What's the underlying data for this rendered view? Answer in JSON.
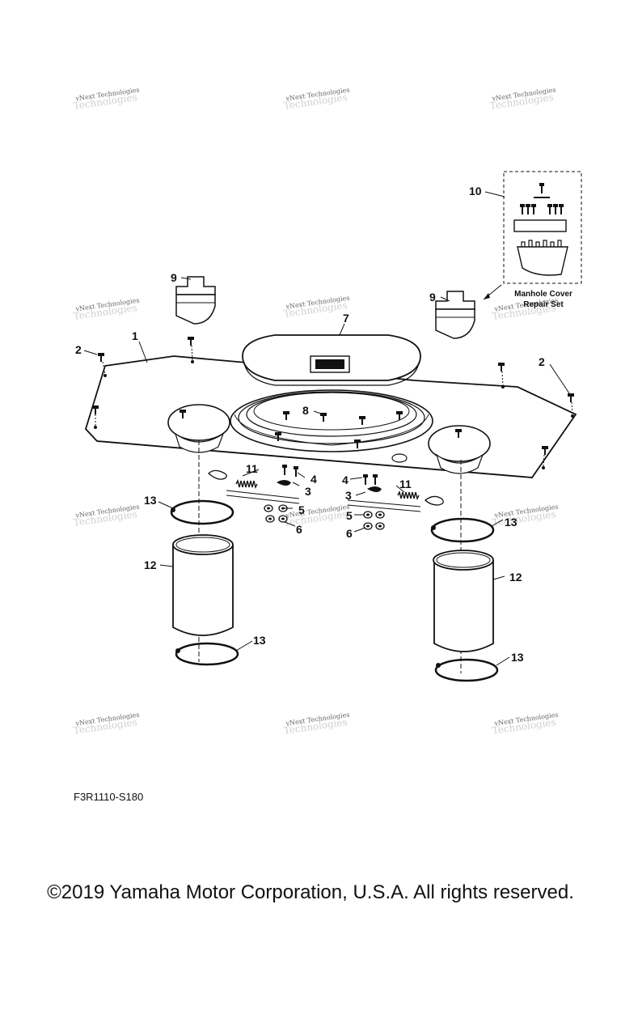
{
  "watermark": {
    "line1": "vNext Technologies",
    "line2": "Technologies"
  },
  "callouts": [
    "1",
    "2",
    "2",
    "3",
    "3",
    "4",
    "4",
    "5",
    "5",
    "6",
    "6",
    "7",
    "8",
    "9",
    "9",
    "10",
    "11",
    "11",
    "12",
    "12",
    "13",
    "13",
    "13",
    "13"
  ],
  "repair_kit": {
    "label_line1": "Manhole Cover",
    "label_line2": "Repair Set"
  },
  "drawing_code": "F3R1110-S180",
  "copyright": "©2019 Yamaha Motor Corporation, U.S.A. All rights reserved."
}
